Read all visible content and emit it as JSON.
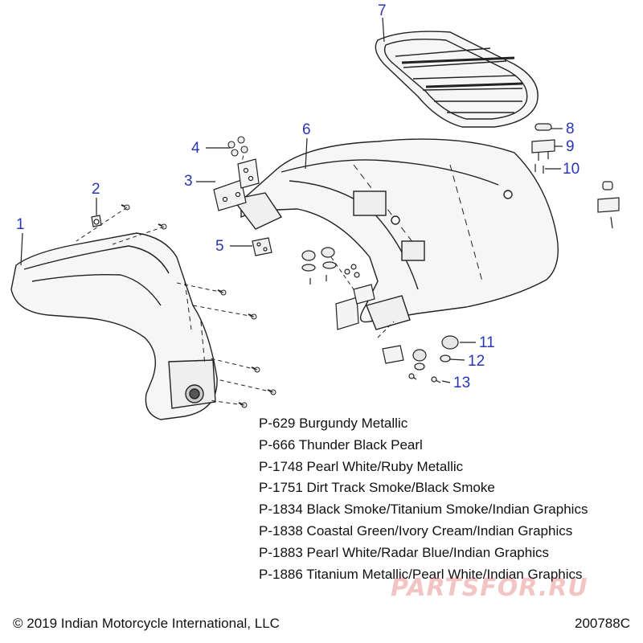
{
  "callouts": [
    {
      "id": "1",
      "label": "1"
    },
    {
      "id": "2",
      "label": "2"
    },
    {
      "id": "3",
      "label": "3"
    },
    {
      "id": "4",
      "label": "4"
    },
    {
      "id": "5",
      "label": "5"
    },
    {
      "id": "6",
      "label": "6"
    },
    {
      "id": "7",
      "label": "7"
    },
    {
      "id": "8",
      "label": "8"
    },
    {
      "id": "9",
      "label": "9"
    },
    {
      "id": "10",
      "label": "10"
    },
    {
      "id": "11",
      "label": "11"
    },
    {
      "id": "12",
      "label": "12"
    },
    {
      "id": "13",
      "label": "13"
    }
  ],
  "paint_codes": [
    "P-629 Burgundy Metallic",
    "P-666 Thunder Black Pearl",
    "P-1748 Pearl White/Ruby Metallic",
    "P-1751 Dirt Track Smoke/Black Smoke",
    "P-1834 Black Smoke/Titanium Smoke/Indian Graphics",
    "P-1838 Coastal Green/Ivory Cream/Indian Graphics",
    "P-1883 Pearl White/Radar Blue/Indian Graphics",
    "P-1886 Titanium Metallic/Pearl White/Indian Graphics"
  ],
  "footer": {
    "copyright": "© 2019 Indian Motorcycle International, LLC",
    "diagram_id": "200788C"
  },
  "watermark": "PARTSFOR.RU",
  "colors": {
    "callout_text": "#2a35b8",
    "line_art": "#222222",
    "part_fill": "#f6f6f6",
    "watermark": "#d63c3c"
  }
}
